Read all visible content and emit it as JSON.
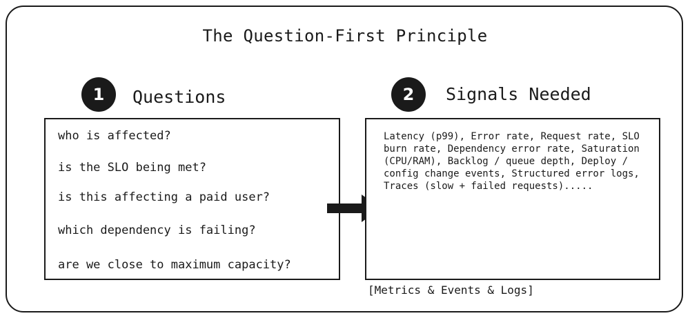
{
  "title": "The Question-First Principle",
  "questions": {
    "number": "1",
    "heading": "Questions",
    "items": [
      "who is affected?",
      "is the SLO being met?",
      "is this affecting a paid user?",
      "which dependency is failing?",
      "are we close to maximum capacity?"
    ]
  },
  "signals": {
    "number": "2",
    "heading": "Signals Needed",
    "body": "Latency (p99), Error rate, Request rate, SLO burn rate, Dependency error rate, Saturation (CPU/RAM), Backlog / queue depth, Deploy / config change events, Structured error logs, Traces (slow + failed requests).....",
    "caption": "[Metrics & Events & Logs]"
  }
}
